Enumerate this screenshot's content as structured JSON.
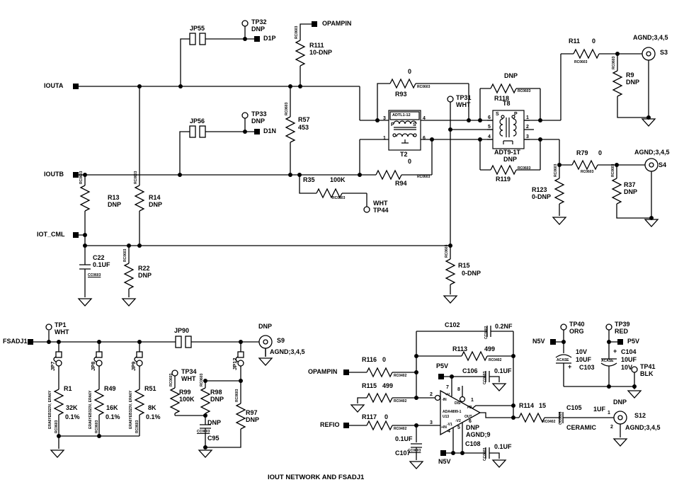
{
  "title": "IOUT NETWORK AND FSADJ1",
  "nets": {
    "iouta": "IOUTA",
    "ioutb": "IOUTB",
    "iot_cml": "IOT_CML",
    "fsadj1": "FSADJ1",
    "opampin_top": "OPAMPIN",
    "opampin_amp": "OPAMPIN",
    "refio": "REFIO",
    "d1p": "D1P",
    "d1n": "D1N",
    "p5v_amp": "P5V",
    "n5v_amp": "N5V",
    "n5v_cap": "N5V",
    "p5v_cap": "P5V"
  },
  "jumpers": {
    "jp55": "JP55",
    "jp56": "JP56",
    "jp90": "JP90",
    "jp7": "JP7",
    "jp8": "JP8",
    "jp9": "JP9",
    "jp12": "JP12"
  },
  "testpoints": {
    "tp32": {
      "ref": "TP32",
      "note": "DNP"
    },
    "tp33": {
      "ref": "TP33",
      "note": "DNP"
    },
    "tp31": {
      "ref": "TP31",
      "note": "WHT"
    },
    "tp44": {
      "ref": "TP44",
      "note": "WHT"
    },
    "tp1": {
      "ref": "TP1",
      "note": "WHT"
    },
    "tp34": {
      "ref": "TP34",
      "note": "WHT"
    },
    "tp40": {
      "ref": "TP40",
      "note": "ORG"
    },
    "tp39": {
      "ref": "TP39",
      "note": "RED"
    },
    "tp41": {
      "ref": "TP41",
      "note": "BLK"
    }
  },
  "resistors": {
    "r111": {
      "ref": "R111",
      "val": "10-DNP",
      "fp": "RC0603"
    },
    "r57": {
      "ref": "R57",
      "val": "453",
      "fp": "RC0603"
    },
    "r93": {
      "ref": "R93",
      "val": "0",
      "fp": "RC0603"
    },
    "r94": {
      "ref": "R94",
      "val": "0",
      "fp": "RC0603"
    },
    "r118": {
      "ref": "R118",
      "val": "DNP",
      "fp": "RC0603"
    },
    "r119": {
      "ref": "R119",
      "fp": "RC0603"
    },
    "r11": {
      "ref": "R11",
      "val": "0",
      "fp": "RC0603"
    },
    "r9": {
      "ref": "R9",
      "val": "DNP",
      "fp": "RC0603"
    },
    "r79": {
      "ref": "R79",
      "val": "0",
      "fp": "RC0603"
    },
    "r37": {
      "ref": "R37",
      "val": "DNP",
      "fp": "RC0603"
    },
    "r123": {
      "ref": "R123",
      "val": "0-DNP",
      "fp": "RC0603"
    },
    "r35": {
      "ref": "R35",
      "val": "100K",
      "fp": "RC0603"
    },
    "r13": {
      "ref": "R13",
      "val": "DNP",
      "fp": "RC0603"
    },
    "r14": {
      "ref": "R14",
      "val": "DNP",
      "fp": "RC0603"
    },
    "r22": {
      "ref": "R22",
      "val": "DNP",
      "fp": "RC0603"
    },
    "r15": {
      "ref": "R15",
      "val": "0-DNP",
      "fp": "RC0603"
    },
    "r1": {
      "ref": "R1",
      "val": "32K",
      "tol": "0.1%",
      "fp": "RC0603",
      "part": "ERA6YEB323V, ERA6Y"
    },
    "r49": {
      "ref": "R49",
      "val": "16K",
      "tol": "0.1%",
      "fp": "RC0603",
      "part": "ERA6YEB323V, ERA6Y"
    },
    "r51": {
      "ref": "R51",
      "val": "8K",
      "tol": "0.1%",
      "fp": "RC0603",
      "part": "ERA6YEB323V, ERA6Y"
    },
    "r99": {
      "ref": "R99",
      "val": "100K",
      "fp": "RC0603"
    },
    "r98": {
      "ref": "R98",
      "val": "DNP",
      "fp": "RC0603"
    },
    "r97": {
      "ref": "R97",
      "val": "DNP",
      "fp": "RC0603"
    },
    "r113": {
      "ref": "R113",
      "val": "499",
      "fp": "RC0402"
    },
    "r116": {
      "ref": "R116",
      "val": "0",
      "fp": "RC0402"
    },
    "r115": {
      "ref": "R115",
      "val": "499",
      "fp": "RC0402"
    },
    "r117": {
      "ref": "R117",
      "val": "0",
      "fp": "RC0402"
    },
    "r114": {
      "ref": "R114",
      "val": "15",
      "fp": "RC0402"
    }
  },
  "capacitors": {
    "c22": {
      "ref": "C22",
      "val": "0.1UF",
      "fp": "CC0603"
    },
    "c95": {
      "ref": "C95",
      "val": "DNP",
      "fp": "CC0603"
    },
    "c102": {
      "ref": "C102",
      "val": "0.2NF",
      "fp": "CC0402"
    },
    "c106": {
      "ref": "C106",
      "val": "0.1UF",
      "fp": "CC0603"
    },
    "c107": {
      "ref": "C107",
      "val": "0.1UF",
      "fp": "CC0603"
    },
    "c108": {
      "ref": "C108",
      "val": "0.1UF",
      "fp": "CC0603"
    },
    "c103": {
      "ref": "C103",
      "val": "10UF",
      "volt": "10V",
      "fp": "ACASE",
      "plus": "+"
    },
    "c104": {
      "ref": "C104",
      "val": "10UF",
      "volt": "10V",
      "fp": "ACASE",
      "plus": "+"
    },
    "c105": {
      "ref": "C105",
      "val": "1UF",
      "note": "CERAMIC",
      "fp": "CC0805"
    }
  },
  "transformers": {
    "t2": {
      "ref": "T2",
      "part": "ADTL1-12",
      "p": "P",
      "s": "S",
      "pin3": "3",
      "pin1": "1",
      "pin4": "4",
      "pin6": "6"
    },
    "t8": {
      "ref": "T8",
      "part": "ADT9-1T",
      "note": "DNP",
      "s": "S",
      "p": "P",
      "pin6": "6",
      "pin5": "5",
      "pin4": "4",
      "pin1": "1",
      "pin2": "2",
      "pin3": "3"
    }
  },
  "opamp": {
    "ref": "U13",
    "part": "ADA4899-1",
    "note1": "DNP",
    "note2": "AGND;9",
    "n2": "2",
    "n3": "3",
    "n7": "7",
    "n8": "8",
    "n1": "1",
    "n6": "6",
    "n5": "5",
    "n4": "4",
    "pv": "+V",
    "nin": "-IN",
    "pin": "+IN",
    "dis": "DIS",
    "fb": "FB",
    "out": "OUT",
    "nv1": "-V1",
    "nv2": "-V2"
  },
  "connectors": {
    "s3": {
      "ref": "S3",
      "net": "AGND;3,4,5"
    },
    "s4": {
      "ref": "S4",
      "net": "AGND;3,4,5"
    },
    "s9": {
      "ref": "S9",
      "net": "AGND;3,4,5",
      "note": "DNP"
    },
    "s12": {
      "ref": "S12",
      "net": "AGND;3,4,5",
      "note": "DNP",
      "pin1": "1",
      "pin2": "2"
    }
  }
}
